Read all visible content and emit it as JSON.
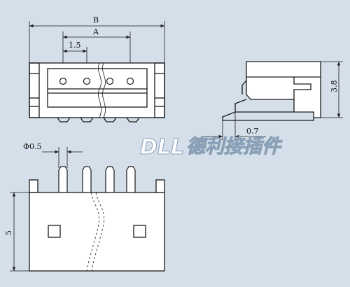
{
  "dimensions": {
    "b": "B",
    "a": "A",
    "pitch": "1.5",
    "height": "3.8",
    "offset": "0.7",
    "pin_diameter": "Φ0.5",
    "pin_length": "5"
  },
  "watermark": {
    "brand": "DLL",
    "company": "德利接插件"
  }
}
